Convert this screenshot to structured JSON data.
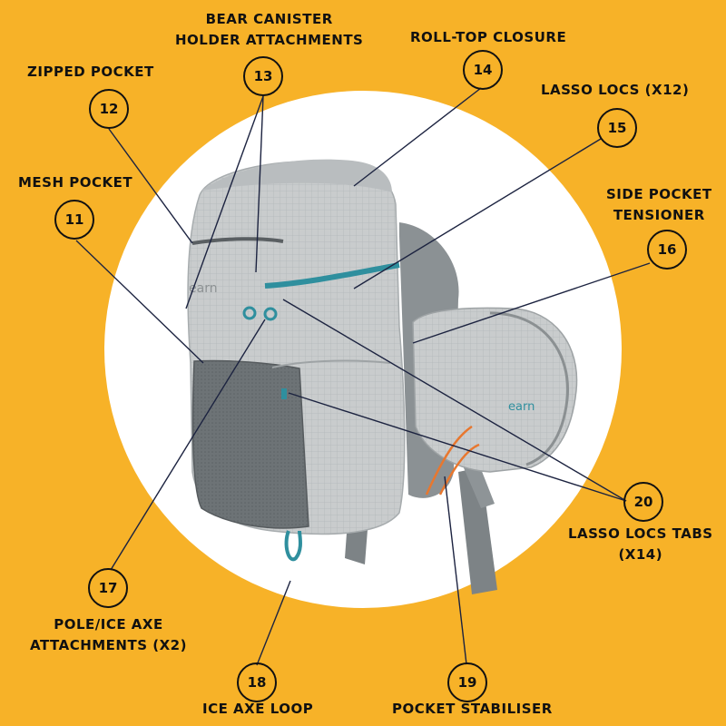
{
  "callouts": [
    {
      "id": "12",
      "number": "12",
      "lines": [
        "ZIPPED POCKET"
      ]
    },
    {
      "id": "13",
      "number": "13",
      "lines": [
        "BEAR CANISTER",
        "HOLDER ATTACHMENTS"
      ]
    },
    {
      "id": "14",
      "number": "14",
      "lines": [
        "ROLL-TOP CLOSURE"
      ]
    },
    {
      "id": "15",
      "number": "15",
      "lines": [
        "LASSO LOCS (X12)"
      ]
    },
    {
      "id": "11",
      "number": "11",
      "lines": [
        "MESH POCKET"
      ]
    },
    {
      "id": "16",
      "number": "16",
      "lines": [
        "SIDE POCKET",
        "TENSIONER"
      ]
    },
    {
      "id": "20",
      "number": "20",
      "lines": [
        "LASSO LOCS TABS",
        "(X14)"
      ]
    },
    {
      "id": "17",
      "number": "17",
      "lines": [
        "POLE/ICE AXE",
        "ATTACHMENTS (X2)"
      ]
    },
    {
      "id": "18",
      "number": "18",
      "lines": [
        "ICE AXE LOOP"
      ]
    },
    {
      "id": "19",
      "number": "19",
      "lines": [
        "POCKET STABILISER"
      ]
    }
  ],
  "product": {
    "logo_text": "earn"
  },
  "colors": {
    "background": "#f7b228",
    "circle": "#ffffff",
    "pack_body": "#c9cccd",
    "pack_mesh": "#6d7376",
    "accent_teal": "#2f8f9e",
    "accent_orange": "#e8772e",
    "line": "#1c2340"
  }
}
